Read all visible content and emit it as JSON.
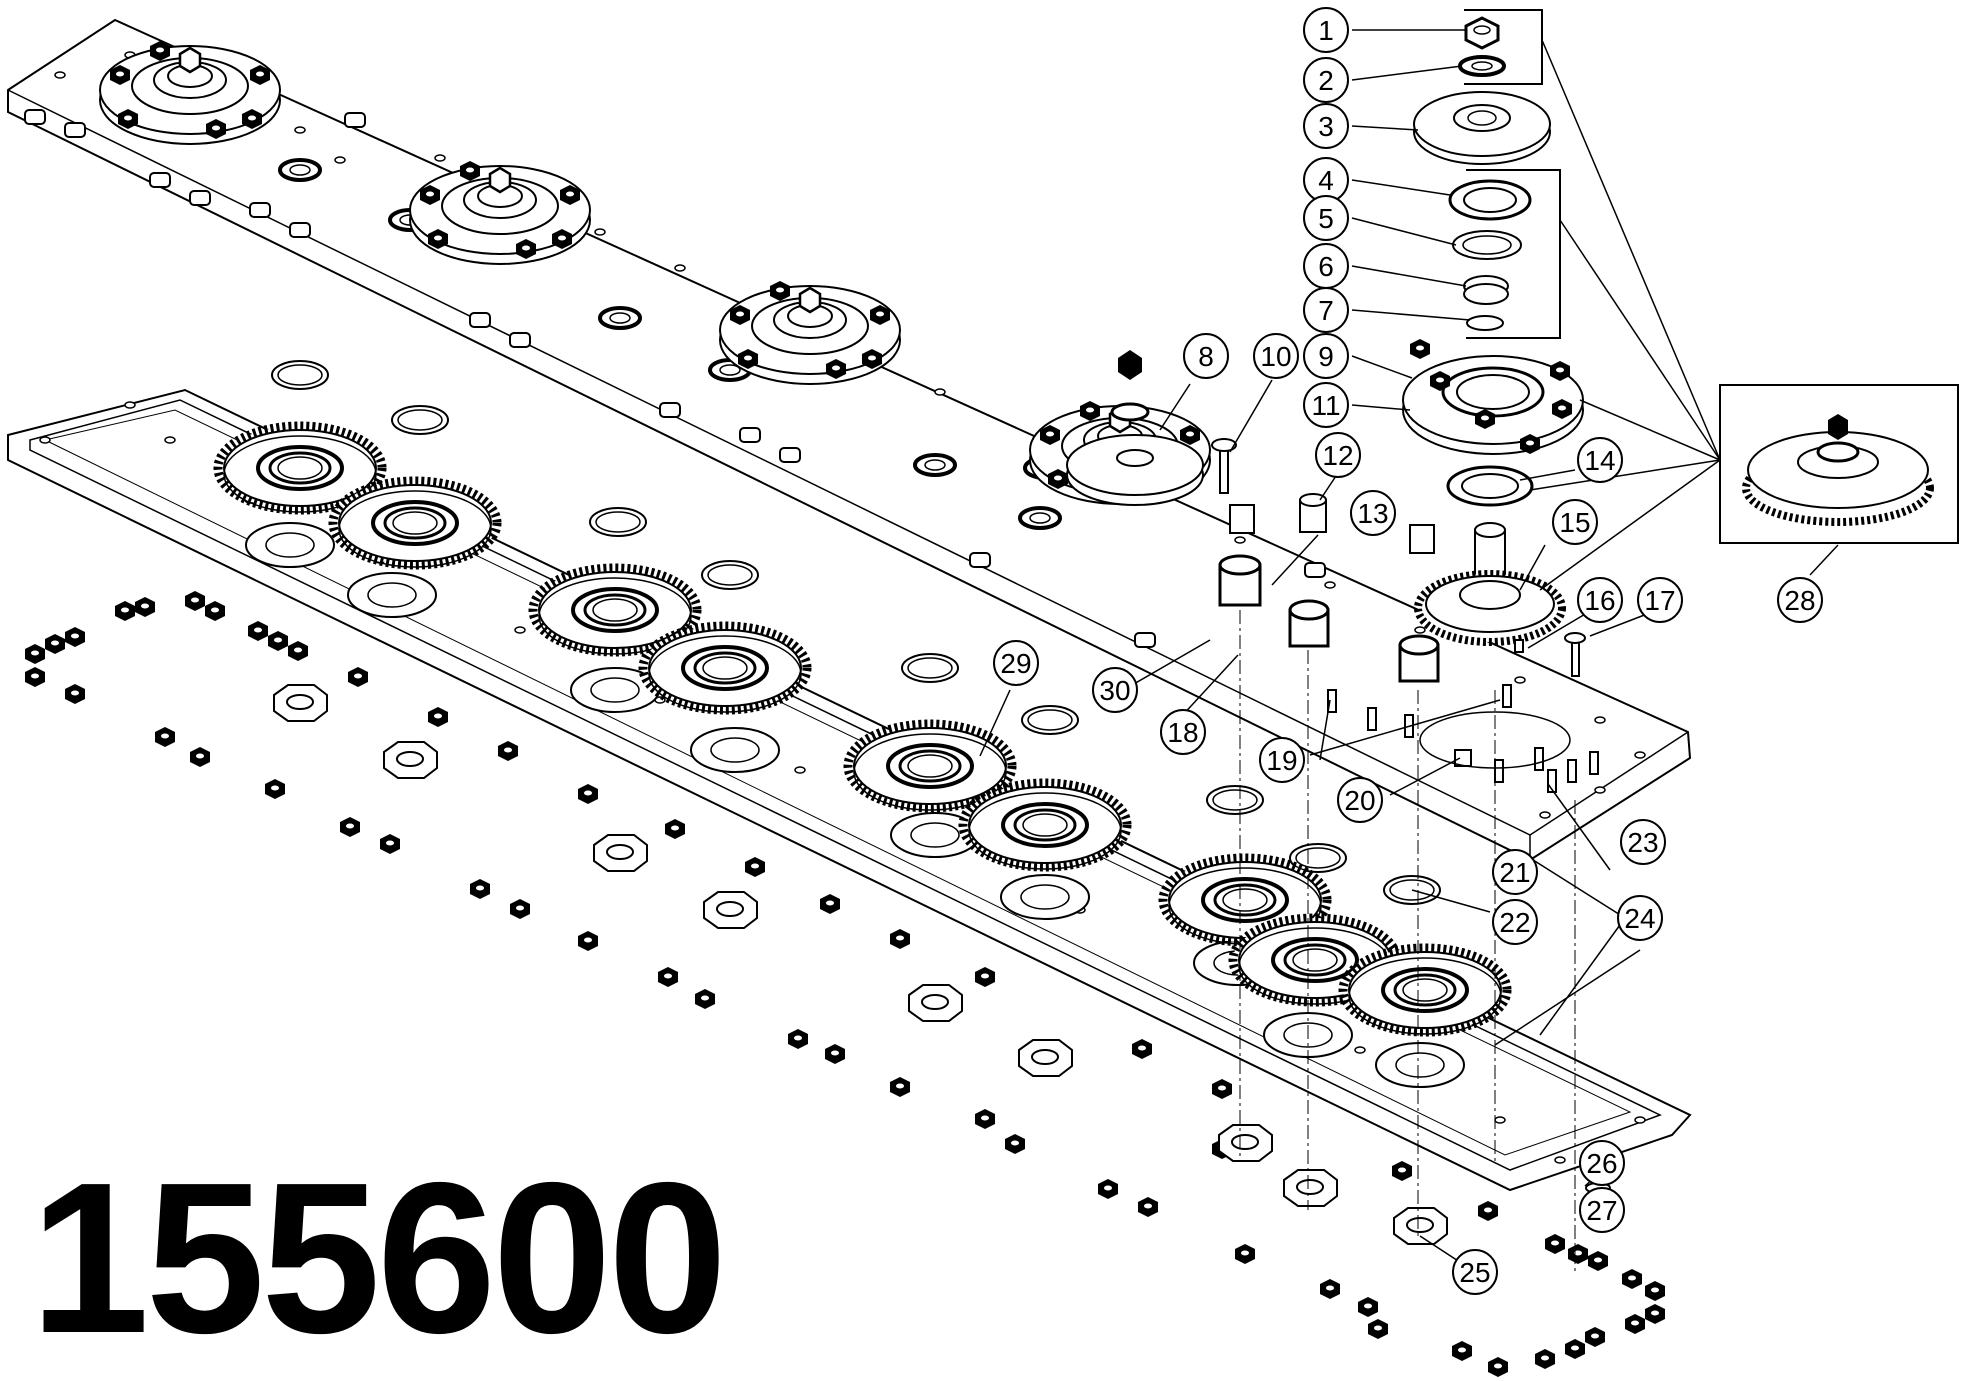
{
  "drawing": {
    "part_number": "155600",
    "callouts": [
      "1",
      "2",
      "3",
      "4",
      "5",
      "6",
      "7",
      "8",
      "9",
      "10",
      "11",
      "12",
      "13",
      "14",
      "15",
      "16",
      "17",
      "18",
      "19",
      "20",
      "21",
      "22",
      "23",
      "24",
      "25",
      "26",
      "27",
      "28",
      "29",
      "30"
    ]
  }
}
